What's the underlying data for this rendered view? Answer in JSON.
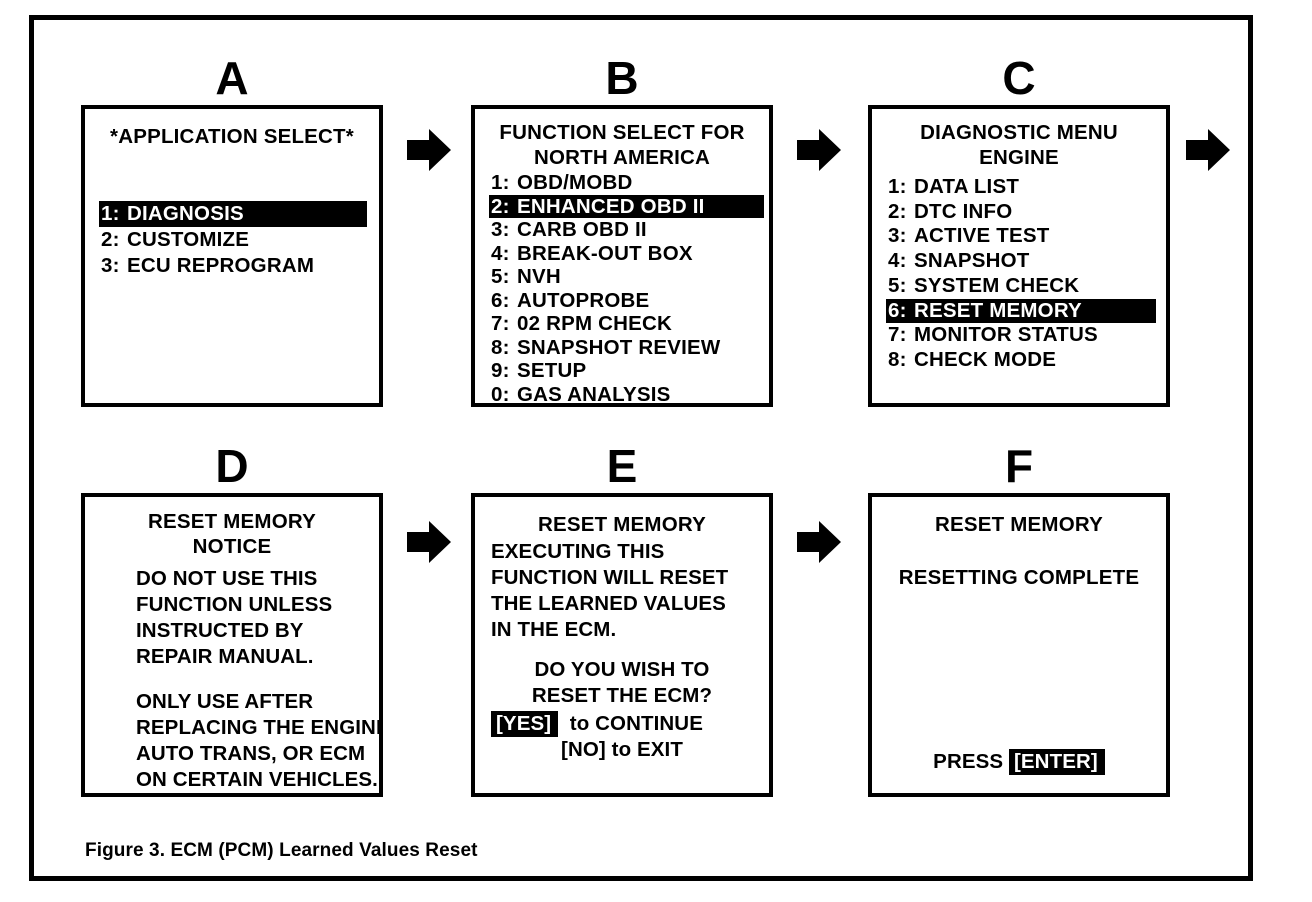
{
  "figure": {
    "caption": "Figure 3. ECM (PCM) Learned Values Reset"
  },
  "panels": {
    "a": {
      "letter": "A",
      "title": "*APPLICATION SELECT*",
      "items": [
        {
          "index": "1:",
          "label": "DIAGNOSIS",
          "selected": true
        },
        {
          "index": "2:",
          "label": "CUSTOMIZE",
          "selected": false
        },
        {
          "index": "3:",
          "label": "ECU REPROGRAM",
          "selected": false
        }
      ]
    },
    "b": {
      "letter": "B",
      "title_line1": "FUNCTION SELECT FOR",
      "title_line2": "NORTH AMERICA",
      "items": [
        {
          "index": "1:",
          "label": "OBD/MOBD",
          "selected": false
        },
        {
          "index": "2:",
          "label": "ENHANCED OBD II",
          "selected": true
        },
        {
          "index": "3:",
          "label": "CARB OBD II",
          "selected": false
        },
        {
          "index": "4:",
          "label": "BREAK-OUT BOX",
          "selected": false
        },
        {
          "index": "5:",
          "label": "NVH",
          "selected": false
        },
        {
          "index": "6:",
          "label": "AUTOPROBE",
          "selected": false
        },
        {
          "index": "7:",
          "label": "02 RPM CHECK",
          "selected": false
        },
        {
          "index": "8:",
          "label": "SNAPSHOT REVIEW",
          "selected": false
        },
        {
          "index": "9:",
          "label": "SETUP",
          "selected": false
        },
        {
          "index": "0:",
          "label": "GAS ANALYSIS",
          "selected": false
        }
      ]
    },
    "c": {
      "letter": "C",
      "title_line1": "DIAGNOSTIC MENU",
      "title_line2": "ENGINE",
      "items": [
        {
          "index": "1:",
          "label": "DATA LIST",
          "selected": false
        },
        {
          "index": "2:",
          "label": "DTC INFO",
          "selected": false
        },
        {
          "index": "3:",
          "label": "ACTIVE TEST",
          "selected": false
        },
        {
          "index": "4:",
          "label": "SNAPSHOT",
          "selected": false
        },
        {
          "index": "5:",
          "label": "SYSTEM CHECK",
          "selected": false
        },
        {
          "index": "6:",
          "label": "RESET MEMORY",
          "selected": true
        },
        {
          "index": "7:",
          "label": "MONITOR STATUS",
          "selected": false
        },
        {
          "index": "8:",
          "label": "CHECK MODE",
          "selected": false
        }
      ]
    },
    "d": {
      "letter": "D",
      "title_line1": "RESET MEMORY",
      "title_line2": "NOTICE",
      "body": [
        "DO NOT USE THIS",
        "FUNCTION UNLESS",
        "INSTRUCTED BY",
        "REPAIR MANUAL."
      ],
      "body2": [
        "ONLY USE AFTER",
        "REPLACING THE ENGINE,",
        "AUTO TRANS, OR ECM",
        "ON CERTAIN VEHICLES."
      ]
    },
    "e": {
      "letter": "E",
      "title": "RESET MEMORY",
      "body": [
        "EXECUTING THIS",
        "FUNCTION WILL RESET",
        "THE LEARNED VALUES",
        "IN THE ECM."
      ],
      "question_line1": "DO YOU WISH TO",
      "question_line2": "RESET THE ECM?",
      "yes_key": "[YES]",
      "yes_action": "to CONTINUE",
      "no_key": "[NO]",
      "no_action": "to EXIT"
    },
    "f": {
      "letter": "F",
      "title": "RESET MEMORY",
      "message": "RESETTING COMPLETE",
      "press_label": "PRESS",
      "press_key": "[ENTER]"
    }
  },
  "arrows": {
    "a_to_b": "right-arrow-icon",
    "b_to_c": "right-arrow-icon",
    "c_to_next": "right-arrow-icon",
    "d_to_e": "right-arrow-icon",
    "e_to_f": "right-arrow-icon"
  },
  "colors": {
    "ink": "#000000",
    "paper": "#ffffff",
    "highlight_bg": "#000000",
    "highlight_fg": "#ffffff"
  }
}
